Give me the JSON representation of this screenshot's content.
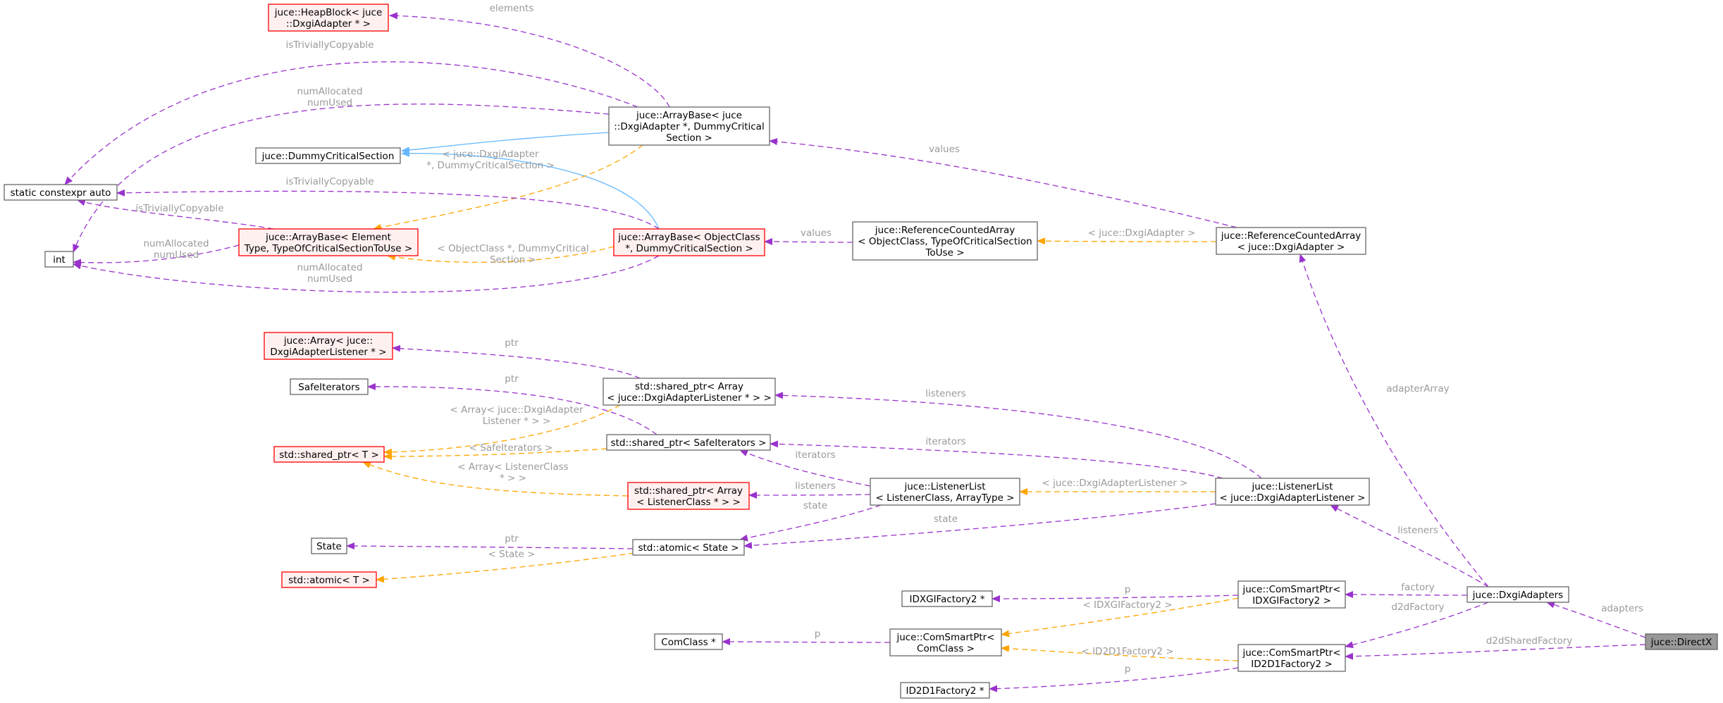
{
  "diagram": {
    "nodes": {
      "heapblock": [
        "juce::HeapBlock< juce",
        "::DxgiAdapter * >"
      ],
      "static_constexpr": [
        "static constexpr auto"
      ],
      "int": [
        "int"
      ],
      "dummy_cs": [
        "juce::DummyCriticalSection"
      ],
      "arraybase_dxgi": [
        "juce::ArrayBase< juce",
        "::DxgiAdapter *, DummyCritical",
        "Section >"
      ],
      "arraybase_element": [
        "juce::ArrayBase< Element",
        "Type, TypeOfCriticalSectionToUse >"
      ],
      "arraybase_object": [
        "juce::ArrayBase< ObjectClass",
        "*, DummyCriticalSection >"
      ],
      "refcounted_generic": [
        "juce::ReferenceCountedArray",
        "< ObjectClass, TypeOfCriticalSection",
        "ToUse >"
      ],
      "refcounted_dxgi": [
        "juce::ReferenceCountedArray",
        "< juce::DxgiAdapter >"
      ],
      "array_listener": [
        "juce::Array< juce::",
        "DxgiAdapterListener * >"
      ],
      "safe_iterators": [
        "SafeIterators"
      ],
      "shared_ptr_array_dxgi": [
        "std::shared_ptr< Array",
        "< juce::DxgiAdapterListener * > >"
      ],
      "shared_ptr_t": [
        "std::shared_ptr< T >"
      ],
      "shared_ptr_safe": [
        "std::shared_ptr< SafeIterators >"
      ],
      "shared_ptr_array_listener": [
        "std::shared_ptr< Array",
        "< ListenerClass * > >"
      ],
      "listenerlist_generic": [
        "juce::ListenerList",
        "< ListenerClass, ArrayType >"
      ],
      "listenerlist_dxgi": [
        "juce::ListenerList",
        "< juce::DxgiAdapterListener >"
      ],
      "state": [
        "State"
      ],
      "atomic_state": [
        "std::atomic< State >"
      ],
      "atomic_t": [
        "std::atomic< T >"
      ],
      "idxgifactory": [
        "IDXGIFactory2 *"
      ],
      "comsmart_idxgi": [
        "juce::ComSmartPtr<",
        "IDXGIFactory2 >"
      ],
      "dxgiadapters": [
        "juce::DxgiAdapters"
      ],
      "comclass": [
        "ComClass *"
      ],
      "comsmart_comclass": [
        "juce::ComSmartPtr<",
        "ComClass >"
      ],
      "comsmart_id2d1": [
        "juce::ComSmartPtr<",
        "ID2D1Factory2 >"
      ],
      "directx": [
        "juce::DirectX"
      ],
      "id2d1factory": [
        "ID2D1Factory2 *"
      ]
    },
    "edge_labels": {
      "elements": [
        "elements"
      ],
      "trivially_1": [
        "isTriviallyCopyable"
      ],
      "numalloc_1": [
        "numAllocated",
        "numUsed"
      ],
      "dxgi_dummy": [
        "< juce::DxgiAdapter",
        "*, DummyCriticalSection >"
      ],
      "trivially_2": [
        "isTriviallyCopyable"
      ],
      "trivially_3": [
        "isTriviallyCopyable"
      ],
      "numalloc_2": [
        "numAllocated",
        "numUsed"
      ],
      "objectclass_dummy": [
        "< ObjectClass *, DummyCritical",
        "Section >"
      ],
      "numalloc_3": [
        "numAllocated",
        "numUsed"
      ],
      "values_1": [
        "values"
      ],
      "values_2": [
        "values"
      ],
      "dxgiadapter_tpl": [
        "< juce::DxgiAdapter >"
      ],
      "ptr_1": [
        "ptr"
      ],
      "ptr_2": [
        "ptr"
      ],
      "listeners_1": [
        "listeners"
      ],
      "array_dxgi_listener": [
        "< Array< juce::DxgiAdapter",
        "Listener * > >"
      ],
      "iterators_1": [
        "iterators"
      ],
      "safeiter_tpl": [
        "< SafeIterators >"
      ],
      "iterators_2": [
        "iterators"
      ],
      "array_listener_tpl": [
        "< Array< ListenerClass",
        "* > >"
      ],
      "listeners_2": [
        "listeners"
      ],
      "dxgi_listener_tpl": [
        "< juce::DxgiAdapterListener >"
      ],
      "adapterarray": [
        "adapterArray"
      ],
      "state_1": [
        "state"
      ],
      "state_2": [
        "state"
      ],
      "ptr_3": [
        "ptr"
      ],
      "state_tpl": [
        "< State >"
      ],
      "listeners_3": [
        "listeners"
      ],
      "p_1": [
        "p"
      ],
      "factory": [
        "factory"
      ],
      "idxgi_tpl": [
        "< IDXGIFactory2 >"
      ],
      "d2dfactory": [
        "d2dFactory"
      ],
      "adapters": [
        "adapters"
      ],
      "p_2": [
        "p"
      ],
      "d2dshared": [
        "d2dSharedFactory"
      ],
      "id2d1_tpl": [
        "< ID2D1Factory2 >"
      ],
      "p_3": [
        "p"
      ]
    },
    "colors": {
      "purple": "#9a32cd",
      "orange": "#ffa500",
      "blue": "#63b8ff",
      "red_border": "#ff0000",
      "highlight_fill": "#999999"
    }
  }
}
